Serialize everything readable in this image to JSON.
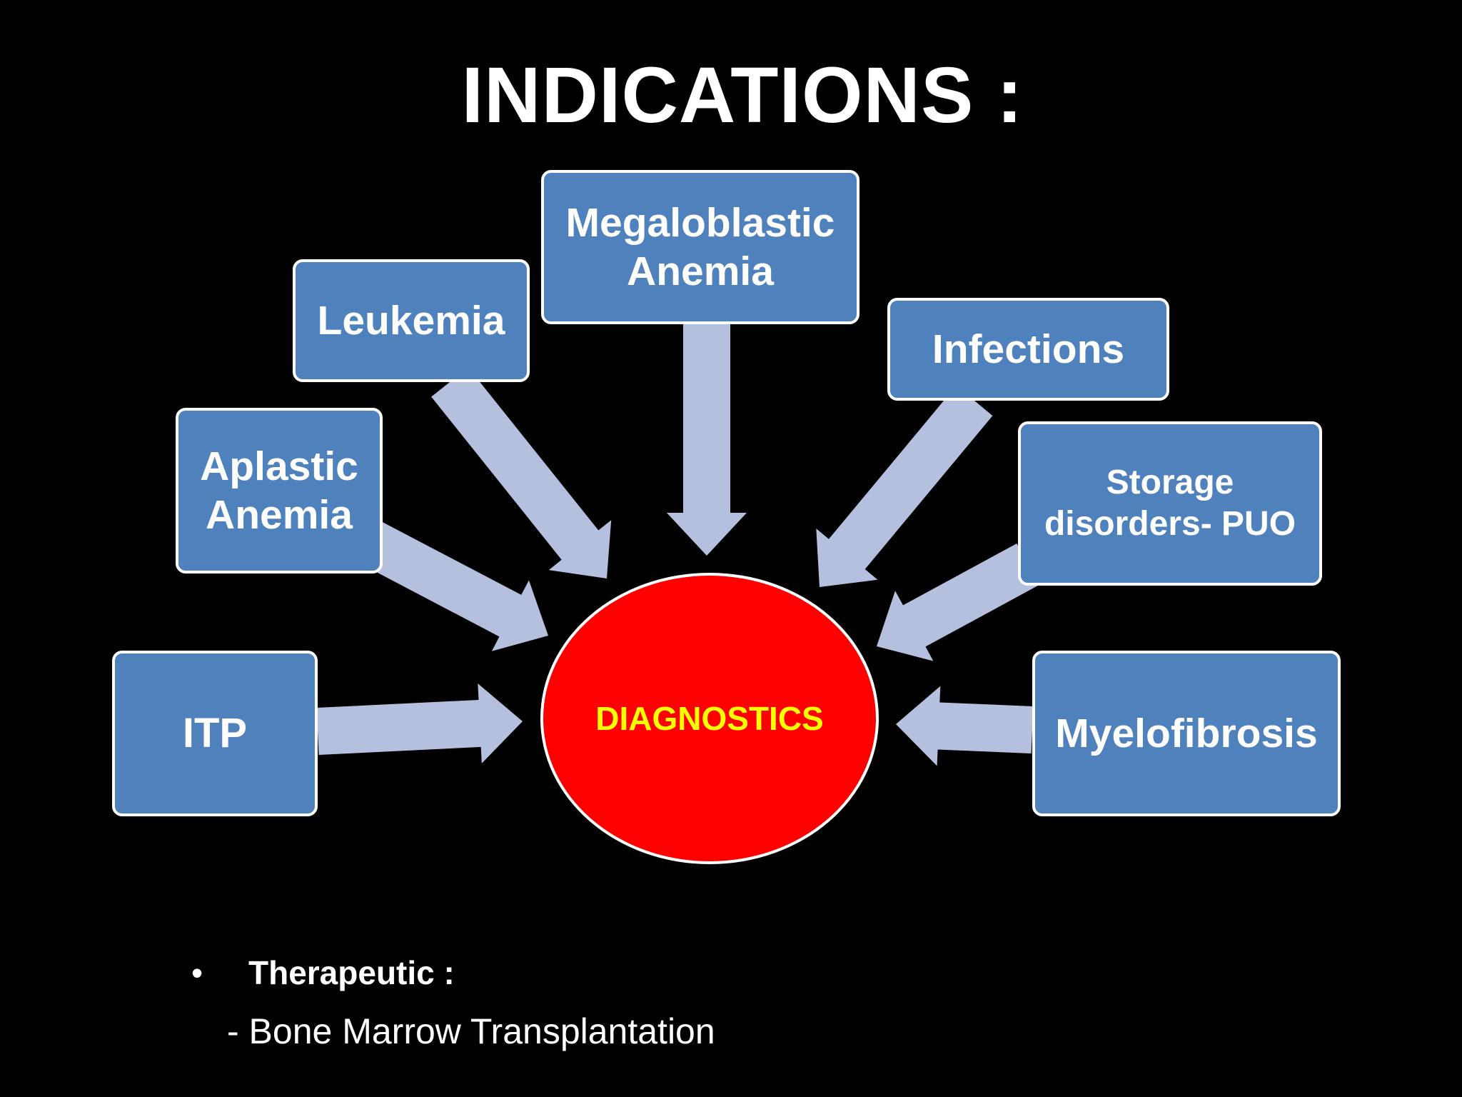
{
  "title": "INDICATIONS :",
  "colors": {
    "background": "#000000",
    "box_fill": "#4F81BD",
    "arrow_fill": "#B4C0DE",
    "center_fill": "#FF0000",
    "center_text": "#FFFF00",
    "text": "#FFFFFF"
  },
  "center": {
    "label": "DIAGNOSTICS"
  },
  "nodes": [
    {
      "id": "itp",
      "label": "ITP"
    },
    {
      "id": "aplastic-anemia",
      "label": "Aplastic\nAnemia"
    },
    {
      "id": "leukemia",
      "label": "Leukemia"
    },
    {
      "id": "megaloblastic-anemia",
      "label": "Megaloblastic\nAnemia"
    },
    {
      "id": "infections",
      "label": "Infections"
    },
    {
      "id": "storage-disorders",
      "label": "Storage\ndisorders- PUO"
    },
    {
      "id": "myelofibrosis",
      "label": "Myelofibrosis"
    }
  ],
  "bullets": [
    {
      "bullet": "•",
      "heading": "Therapeutic :",
      "items": [
        "- Bone Marrow Transplantation"
      ]
    }
  ]
}
